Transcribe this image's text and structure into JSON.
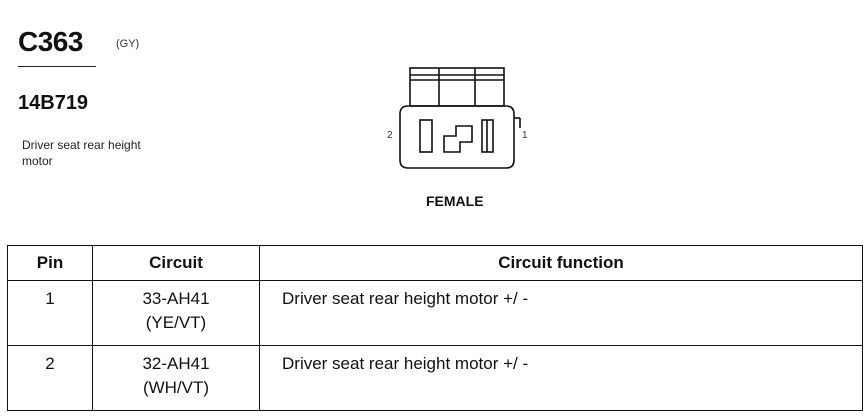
{
  "connector": {
    "id": "C363",
    "color_code": "(GY)",
    "part_number": "14B719",
    "description": "Driver seat rear height motor",
    "gender": "FEMALE",
    "pin_labels": {
      "left": "2",
      "right": "1"
    }
  },
  "table": {
    "headers": {
      "pin": "Pin",
      "circuit": "Circuit",
      "function": "Circuit function"
    },
    "rows": [
      {
        "pin": "1",
        "circuit": "33-AH41",
        "wire_color": "(YE/VT)",
        "function": "Driver seat rear height motor +/ -"
      },
      {
        "pin": "2",
        "circuit": "32-AH41",
        "wire_color": "(WH/VT)",
        "function": "Driver seat rear height motor +/ -"
      }
    ]
  }
}
